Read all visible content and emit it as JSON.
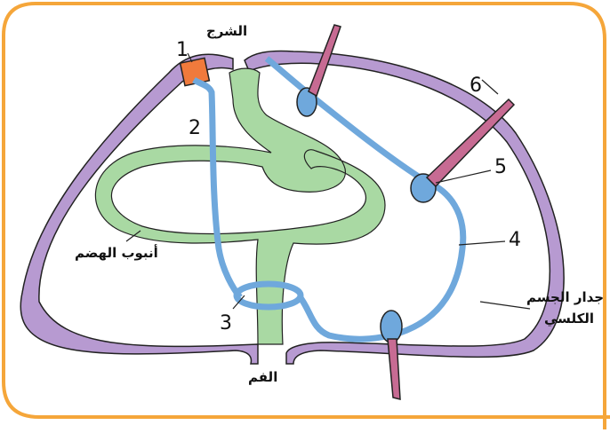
{
  "labels": {
    "anus": "الشرج",
    "mouth": "الفم",
    "digestive_tube": "أنبوب الهضم",
    "body_wall_line1": "جدار الجسم",
    "body_wall_line2": "الكلسي",
    "n1": "1",
    "n2": "2",
    "n3": "3",
    "n4": "4",
    "n5": "5",
    "n6": "6"
  },
  "colors": {
    "frame": "#f5a63a",
    "body_wall": "#b79ad1",
    "digestive_tube": "#a9d9a3",
    "vessels": "#6fa8dc",
    "tube_feet": "#c76b93",
    "madreporite": "#f07a3c",
    "outline": "#222222"
  }
}
